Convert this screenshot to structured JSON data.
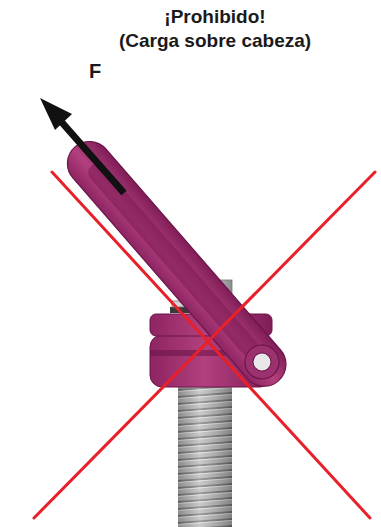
{
  "diagram": {
    "title": "¡Prohibido!",
    "labels": [
      "(Carga sobre cabeza)",
      "F"
    ]
  }
}
